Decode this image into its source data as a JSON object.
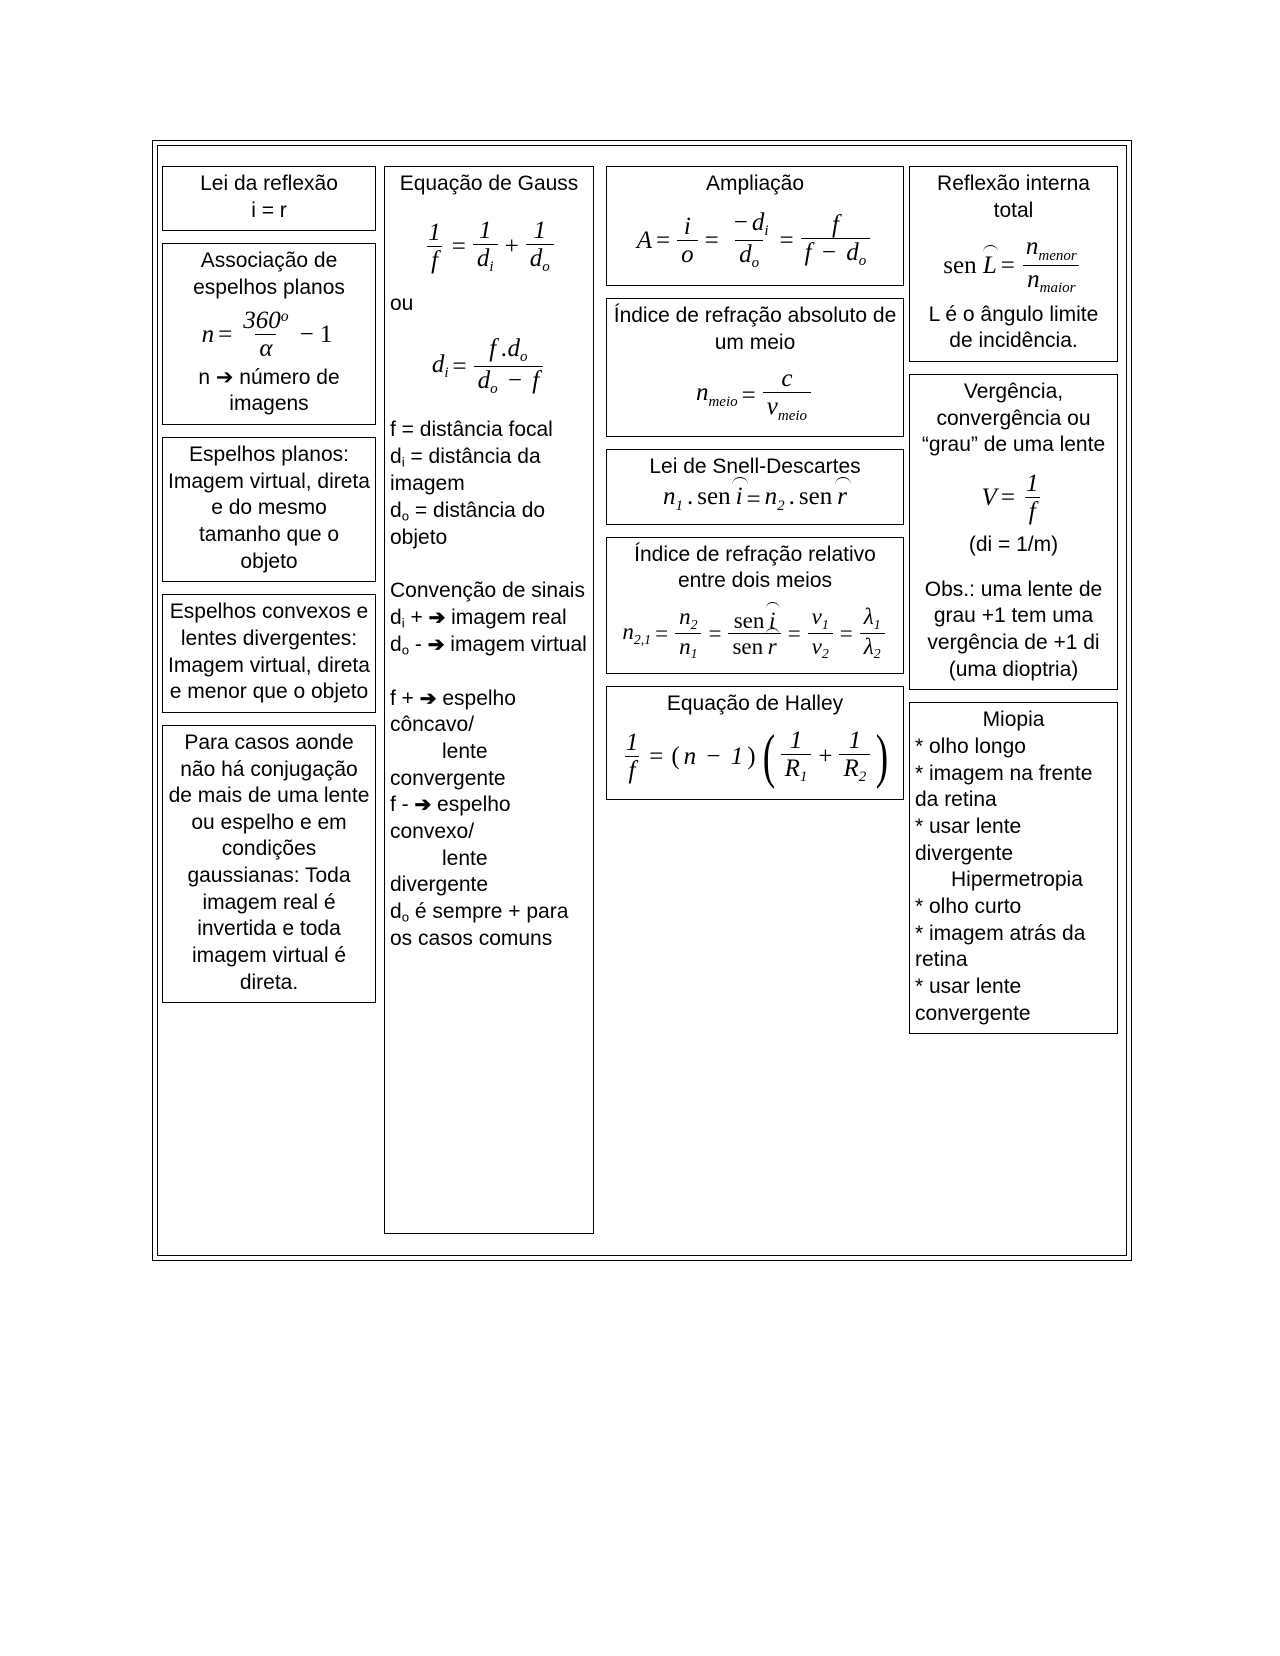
{
  "document": {
    "title": "Optica - formulario",
    "columns": [
      {
        "id": "col1",
        "boxes": [
          {
            "id": "lei-reflexao",
            "title": "Lei da reflexão",
            "lines": [
              "i = r"
            ]
          },
          {
            "id": "associacao-espelhos",
            "title": "Associação de espelhos planos",
            "formula": {
              "lhs": "n",
              "eq": "=",
              "num": "360",
              "num_sup": "o",
              "den": "α",
              "tail": "− 1"
            },
            "lines": [
              "n ➔ número de imagens"
            ]
          },
          {
            "id": "espelhos-planos",
            "lines": [
              "Espelhos planos: Imagem virtual, direta e do mesmo tamanho que o objeto"
            ]
          },
          {
            "id": "espelhos-convexos",
            "lines": [
              "Espelhos convexos e lentes divergentes: Imagem virtual, direta e menor que o objeto"
            ]
          },
          {
            "id": "casos-gaussianos",
            "lines": [
              "Para casos aonde não há conjugação de mais de uma lente ou espelho e em condições gaussianas: Toda imagem real é invertida e toda imagem virtual é direta."
            ]
          }
        ]
      },
      {
        "id": "col2",
        "boxes": [
          {
            "id": "equacao-gauss",
            "title": "Equação de Gauss",
            "formula_1": "1/f = 1/d_i + 1/d_o",
            "ou": "ou",
            "formula_2": "d_i = f.d_o / (d_o - f)",
            "definitions": [
              "f = distância focal",
              "d_i = distância da imagem",
              "d_o = distância do objeto"
            ],
            "convention_title": "Convenção de sinais",
            "convention": [
              "d_i + ➔ imagem real",
              "d_o - ➔ imagem virtual"
            ],
            "signs": [
              "f + ➔ espelho côncavo/",
              "lente convergente",
              "f - ➔ espelho convexo/",
              "lente divergente",
              "d_o é sempre + para os casos comuns"
            ]
          }
        ]
      },
      {
        "id": "col3",
        "boxes": [
          {
            "id": "ampliacao",
            "title": "Ampliação",
            "formula": "A = i/o = -d_i/d_o = f/(f - d_o)"
          },
          {
            "id": "indice-refracao-absoluto",
            "title": "Índice de refração absoluto de um meio",
            "formula": "n_meio = c / v_meio"
          },
          {
            "id": "lei-snell-descartes",
            "title": "Lei de Snell-Descartes",
            "formula": "n_1.sen i = n_2.sen r"
          },
          {
            "id": "indice-refracao-relativo",
            "title": "Índice de refração relativo entre dois meios",
            "formula": "n_2,1 = n_2/n_1 = sen i/sen r = v_1/v_2 = λ_1/λ_2"
          },
          {
            "id": "equacao-halley",
            "title": "Equação de Halley",
            "formula": "1/f = (n - 1)(1/R_1 + 1/R_2)"
          }
        ]
      },
      {
        "id": "col4",
        "boxes": [
          {
            "id": "reflexao-interna-total",
            "title": "Reflexão interna total",
            "formula": "sen L = n_menor / n_maior",
            "note": "L é o ângulo limite de incidência."
          },
          {
            "id": "vergencia",
            "title": "Vergência, convergência ou “grau” de uma lente",
            "formula": "V = 1/f",
            "unit": "(di = 1/m)",
            "obs": "Obs.: uma lente de grau +1 tem uma vergência de +1 di (uma dioptria)"
          },
          {
            "id": "miopia-hipermetropia",
            "title": "Miopia",
            "miopia_items": [
              "* olho longo",
              "* imagem na frente da retina",
              "* usar lente divergente"
            ],
            "subtitle": "Hipermetropia",
            "hipermetropia_items": [
              "* olho curto",
              "* imagem atrás da retina",
              "* usar lente convergente"
            ]
          }
        ]
      }
    ],
    "symbols": {
      "arrow": "➔",
      "degree": "o",
      "alpha": "α",
      "lambda": "λ"
    }
  }
}
